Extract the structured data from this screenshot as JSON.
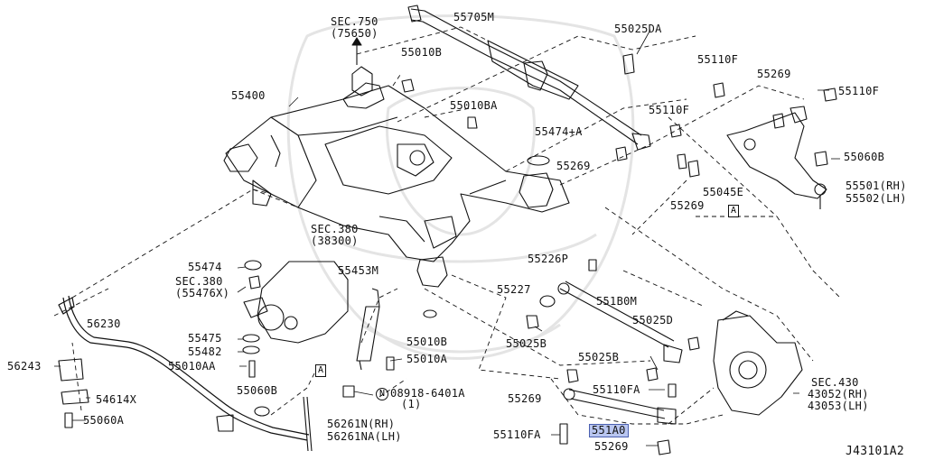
{
  "diagram_id": "J43101A2",
  "labels": {
    "sec750": "SEC.750",
    "sec750_sub": "(75650)",
    "p55705M": "55705M",
    "p55025DA": "55025DA",
    "p55010B_top": "55010B",
    "p55110F_a": "55110F",
    "p55269_a": "55269",
    "p55110F_b": "55110F",
    "p55400": "55400",
    "p55010BA": "55010BA",
    "p55110F_c": "55110F",
    "p55474A": "55474+A",
    "p55269_b": "55269",
    "p55060B_right": "55060B",
    "p55045E": "55045E",
    "p55501": "55501(RH)",
    "p55502": "55502(LH)",
    "p55269_c": "55269",
    "sec380": "SEC.380",
    "sec380_sub": "(38300)",
    "p55474": "55474",
    "sec380b": "SEC.380",
    "sec380b_sub": "(55476X)",
    "p55453M": "55453M",
    "p55226P": "55226P",
    "p55227": "55227",
    "p551B0M": "551B0M",
    "p56230": "56230",
    "p55025B_a": "55025B",
    "p55025D": "55025D",
    "p55475": "55475",
    "p55010B_mid": "55010B",
    "p55482": "55482",
    "p56243": "56243",
    "p55010AA": "55010AA",
    "p55010A": "55010A",
    "p55025B_b": "55025B",
    "sec430": "SEC.430",
    "sec430_rh": "43052(RH)",
    "sec430_lh": "43053(LH)",
    "p54614X": "54614X",
    "p55060B_left": "55060B",
    "nut_code": "08918-6401A",
    "nut_qty": "(1)",
    "nut_symbol": "N",
    "p55269_d": "55269",
    "p55110FA_a": "55110FA",
    "p55060A": "55060A",
    "p56261N": "56261N(RH)",
    "p56261NA": "56261NA(LH)",
    "p551A0": "551A0",
    "p55110FA_b": "55110FA",
    "p55269_e": "55269",
    "ref_a": "A"
  },
  "highlight_color": "#b9c6f0"
}
